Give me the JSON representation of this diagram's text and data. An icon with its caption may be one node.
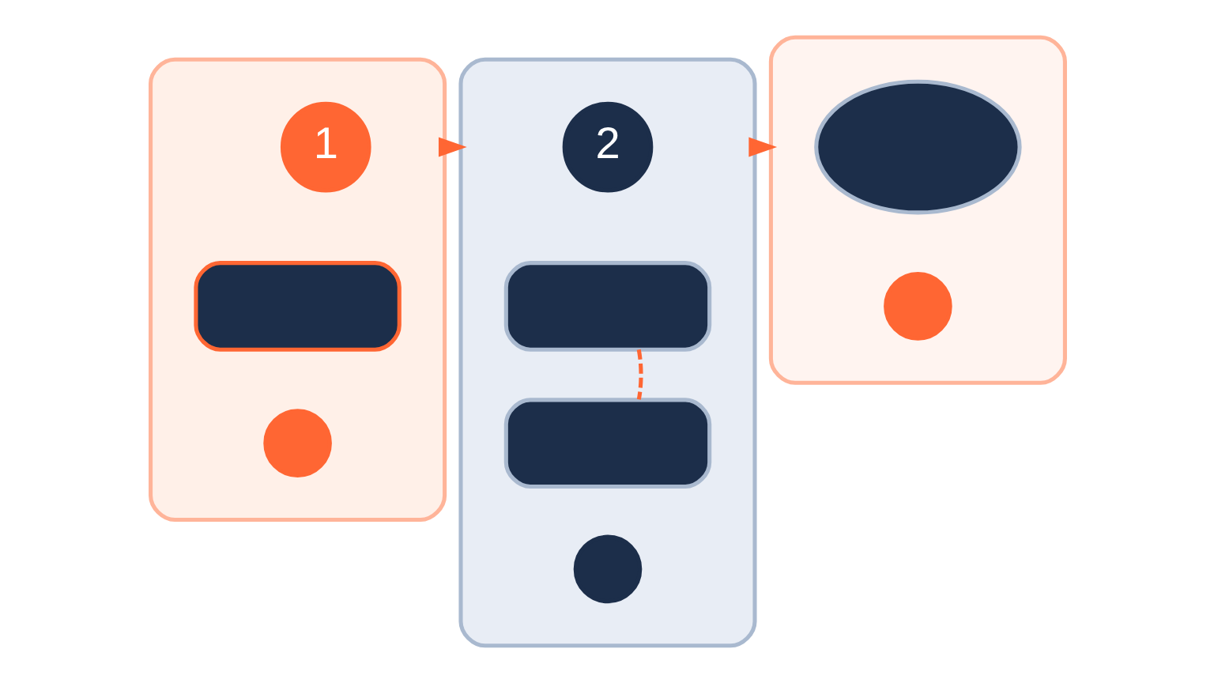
{
  "diagram": {
    "nodes": [
      {
        "text": [],
        "shape": "box"
      },
      {
        "text": [
          "1"
        ],
        "in": 0
      },
      {
        "text": [],
        "shape": "box",
        "in": 0
      },
      {
        "text": [],
        "shape": "circle",
        "in": 0
      },
      {
        "text": [],
        "shape": "box"
      },
      {
        "text": [
          "2"
        ],
        "in": 4
      },
      {
        "text": [],
        "shape": "box",
        "in": 4
      },
      {
        "text": [],
        "shape": "box",
        "in": 4
      },
      {
        "text": [],
        "shape": "circle",
        "in": 4
      },
      {
        "text": [],
        "shape": "box"
      },
      {
        "text": [],
        "shape": "cloud",
        "in": 9
      },
      {
        "text": [],
        "shape": "circle",
        "in": 9
      }
    ],
    "edges": [
      {
        "from": 0,
        "to": 4,
        "arrow": "to"
      },
      {
        "from": 4,
        "to": 9,
        "arrow": "to"
      },
      {
        "from": 6,
        "to": 7,
        "arrow": "none",
        "style": "dashed"
      }
    ]
  }
}
